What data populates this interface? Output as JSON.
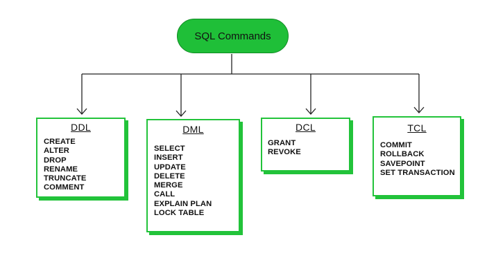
{
  "root": {
    "label": "SQL Commands"
  },
  "categories": [
    {
      "title": "DDL",
      "commands": [
        "CREATE",
        "ALTER",
        "DROP",
        "RENAME",
        "TRUNCATE",
        "COMMENT"
      ]
    },
    {
      "title": "DML",
      "commands": [
        "SELECT",
        "INSERT",
        "UPDATE",
        "DELETE",
        "MERGE",
        "CALL",
        "EXPLAIN PLAN",
        "LOCK TABLE"
      ]
    },
    {
      "title": "DCL",
      "commands": [
        "GRANT",
        "REVOKE"
      ]
    },
    {
      "title": "TCL",
      "commands": [
        "COMMIT",
        "ROLLBACK",
        "SAVEPOINT",
        "SET TRANSACTION"
      ]
    }
  ],
  "colors": {
    "accent": "#22c33a",
    "root_fill": "#1fbf38",
    "connector": "#222222"
  }
}
